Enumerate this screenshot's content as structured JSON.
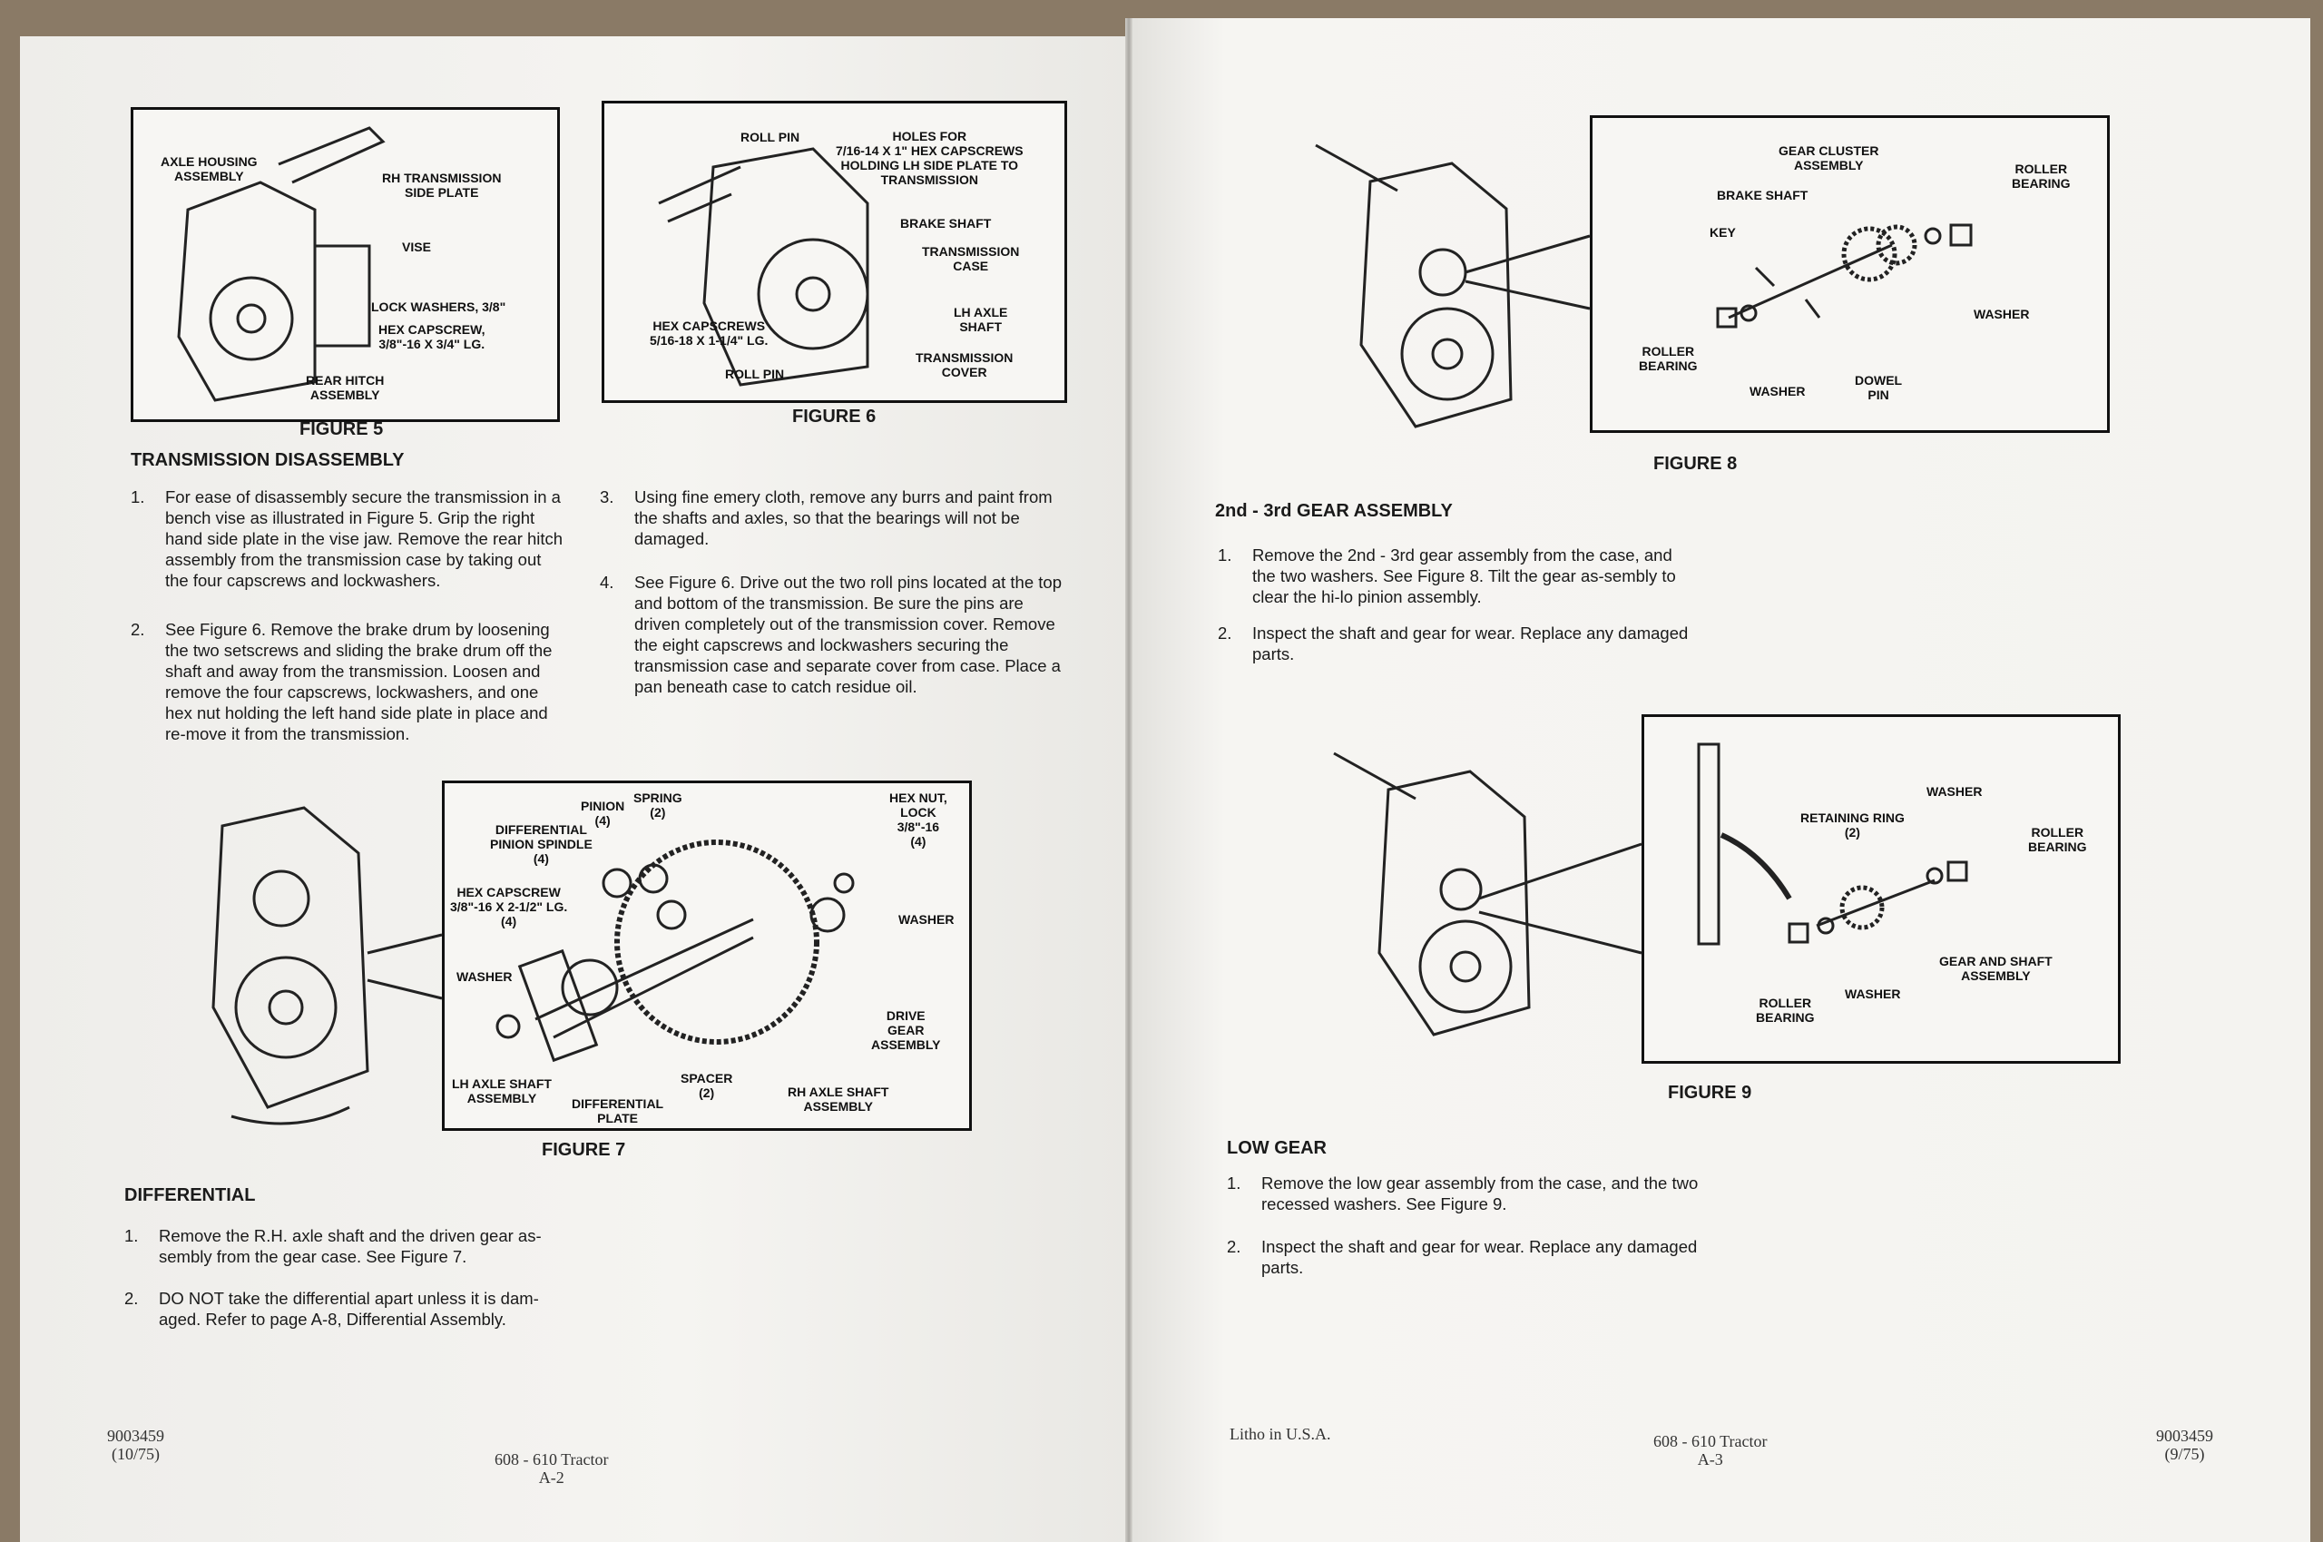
{
  "left_page": {
    "figure5": {
      "caption": "FIGURE 5",
      "labels": [
        "AXLE HOUSING\nASSEMBLY",
        "RH TRANSMISSION\nSIDE PLATE",
        "VISE",
        "LOCK WASHERS, 3/8\"",
        "HEX CAPSCREW,\n3/8\"-16 X 3/4\" LG.",
        "REAR HITCH\nASSEMBLY"
      ]
    },
    "figure6": {
      "caption": "FIGURE 6",
      "labels": [
        "ROLL PIN",
        "HOLES FOR\n7/16-14 X 1\" HEX CAPSCREWS\nHOLDING LH SIDE PLATE TO\nTRANSMISSION",
        "BRAKE SHAFT",
        "TRANSMISSION\nCASE",
        "LH AXLE\nSHAFT",
        "HEX CAPSCREWS\n5/16-18 X 1-1/4\" LG.",
        "ROLL PIN",
        "TRANSMISSION\nCOVER"
      ]
    },
    "transmission_disassembly": {
      "heading": "TRANSMISSION DISASSEMBLY",
      "steps": [
        {
          "num": "1.",
          "text": "For ease of disassembly secure the transmission in a bench vise as illustrated in Figure 5. Grip the right hand side plate in the vise jaw. Remove the rear hitch assembly from the transmission case by taking out the four capscrews and lockwashers."
        },
        {
          "num": "2.",
          "text": "See Figure 6. Remove the brake drum by loosening the two setscrews and sliding the brake drum off the shaft and away from the transmission. Loosen and remove the four capscrews, lockwashers, and one hex nut holding the left hand side plate in place and re-move it from the transmission."
        },
        {
          "num": "3.",
          "text": "Using fine emery cloth, remove any burrs and paint from the shafts and axles, so that the bearings will not be damaged."
        },
        {
          "num": "4.",
          "text": "See Figure 6. Drive out the two roll pins located at the top and bottom of the transmission. Be sure the pins are driven completely out of the transmission cover. Remove the eight capscrews and lockwashers securing the transmission case and separate cover from case. Place a pan beneath case to catch residue oil."
        }
      ]
    },
    "figure7": {
      "caption": "FIGURE 7",
      "labels": [
        "PINION\n(4)",
        "SPRING\n(2)",
        "HEX NUT,\nLOCK\n3/8\"-16\n(4)",
        "DIFFERENTIAL\nPINION SPINDLE\n(4)",
        "HEX CAPSCREW\n3/8\"-16 X 2-1/2\" LG.\n(4)",
        "WASHER",
        "WASHER",
        "DRIVE\nGEAR\nASSEMBLY",
        "SPACER\n(2)",
        "RH AXLE SHAFT\nASSEMBLY",
        "LH AXLE SHAFT\nASSEMBLY",
        "DIFFERENTIAL\nPLATE"
      ]
    },
    "differential": {
      "heading": "DIFFERENTIAL",
      "steps": [
        {
          "num": "1.",
          "text": "Remove the R.H. axle shaft and the driven gear as-sembly from the gear case. See Figure 7."
        },
        {
          "num": "2.",
          "text": "DO NOT take the differential apart unless it is dam-aged. Refer to page A-8, Differential Assembly."
        }
      ]
    },
    "footer": {
      "part_number": "9003459",
      "date": "(10/75)",
      "model": "608 - 610 Tractor",
      "page": "A-2"
    }
  },
  "right_page": {
    "figure8": {
      "caption": "FIGURE 8",
      "labels": [
        "GEAR CLUSTER\nASSEMBLY",
        "ROLLER\nBEARING",
        "BRAKE SHAFT",
        "KEY",
        "WASHER",
        "ROLLER\nBEARING",
        "WASHER",
        "DOWEL\nPIN"
      ]
    },
    "gear_assembly": {
      "heading": "2nd - 3rd GEAR ASSEMBLY",
      "steps": [
        {
          "num": "1.",
          "text": "Remove the 2nd - 3rd gear assembly from the case, and the two washers. See Figure 8. Tilt the gear as-sembly to clear the hi-lo pinion assembly."
        },
        {
          "num": "2.",
          "text": "Inspect the shaft and gear for wear. Replace any damaged parts."
        }
      ]
    },
    "figure9": {
      "caption": "FIGURE 9",
      "labels": [
        "WASHER",
        "RETAINING RING\n(2)",
        "ROLLER\nBEARING",
        "GEAR AND SHAFT\nASSEMBLY",
        "ROLLER\nBEARING",
        "WASHER"
      ]
    },
    "low_gear": {
      "heading": "LOW GEAR",
      "steps": [
        {
          "num": "1.",
          "text": "Remove the low gear assembly from the case, and the two recessed washers. See Figure 9."
        },
        {
          "num": "2.",
          "text": "Inspect the shaft and gear for wear. Replace any damaged parts."
        }
      ]
    },
    "footer": {
      "litho": "Litho in U.S.A.",
      "model": "608 - 610 Tractor",
      "page": "A-3",
      "part_number": "9003459",
      "date": "(9/75)"
    }
  }
}
